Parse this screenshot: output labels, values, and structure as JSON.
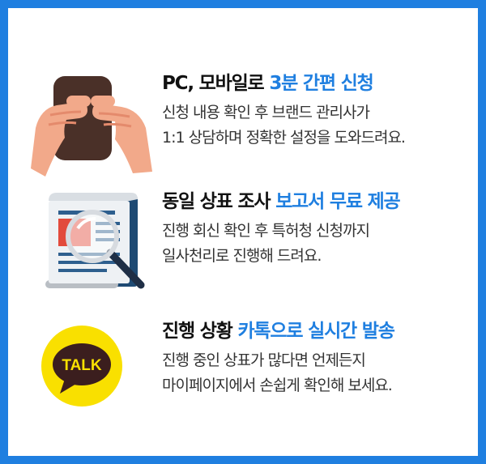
{
  "items": [
    {
      "icon": "hands-holding-phone-icon",
      "title_plain": "PC, 모바일로 ",
      "title_highlight": "3분 간편 신청",
      "desc_line1": "신청 내용 확인 후 브랜드 관리사가",
      "desc_line2": "1:1 상담하며 정확한 설정을 도와드려요."
    },
    {
      "icon": "document-magnifier-icon",
      "title_plain": "동일 상표 조사 ",
      "title_highlight": "보고서 무료 제공",
      "desc_line1": "진행 회신 확인 후 특허청 신청까지",
      "desc_line2": "일사천리로 진행해 드려요."
    },
    {
      "icon": "kakaotalk-icon",
      "icon_text": "TALK",
      "title_plain": "진행 상황 ",
      "title_highlight": "카톡으로 실시간 발송",
      "desc_line1": "진행 중인 상표가 많다면 언제든지",
      "desc_line2": "마이페이지에서 손쉽게 확인해 보세요."
    }
  ],
  "colors": {
    "border": "#1f7fe0",
    "highlight": "#1f7fe0",
    "kakao_yellow": "#f9e000",
    "kakao_brown": "#3b1e1e"
  }
}
